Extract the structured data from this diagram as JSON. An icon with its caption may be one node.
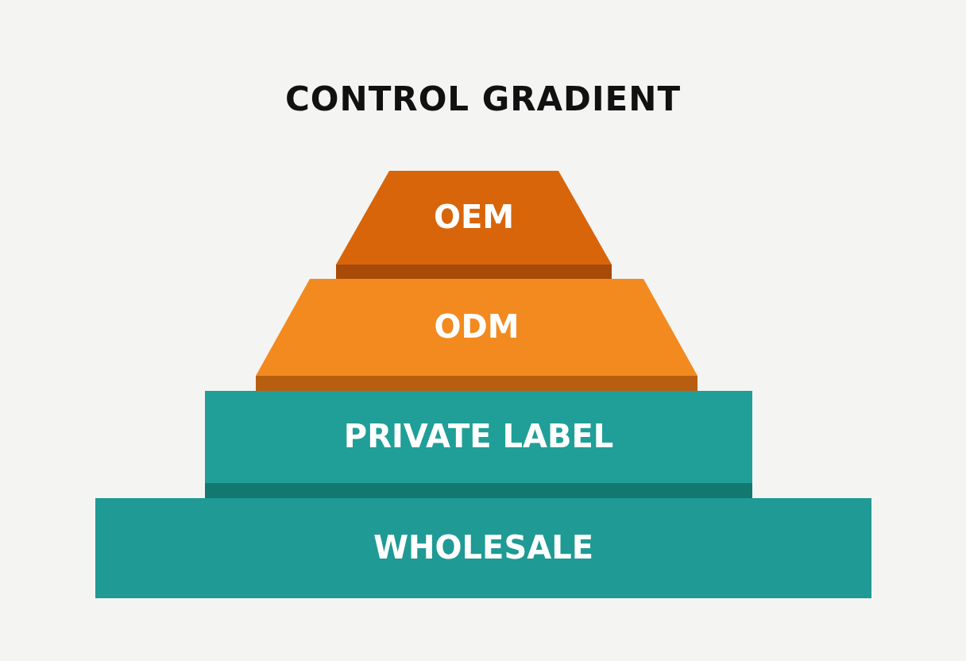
{
  "diagram": {
    "title": "CONTROL GRADIENT",
    "nodes": [
      {
        "text": [
          "OEM"
        ]
      },
      {
        "text": [
          "ODM"
        ]
      },
      {
        "text": [
          "PRIVATE LABEL"
        ]
      },
      {
        "text": [
          "WHOLESALE"
        ]
      }
    ]
  }
}
